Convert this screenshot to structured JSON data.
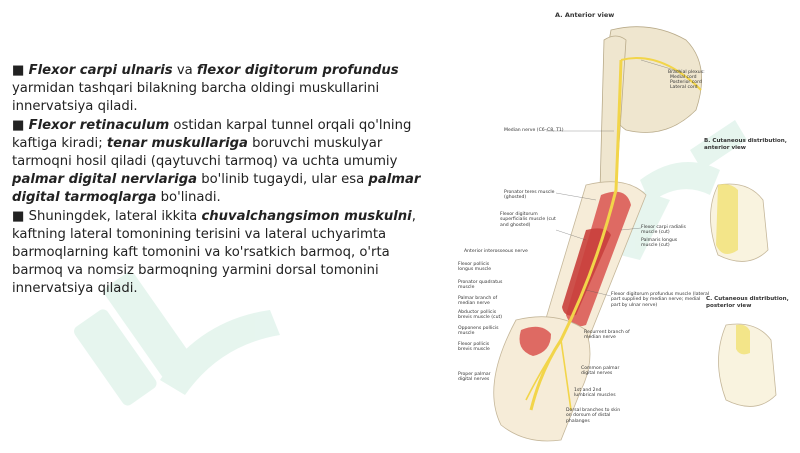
{
  "paragraphs": [
    {
      "parts": [
        {
          "text": "■ ",
          "style": "plain"
        },
        {
          "text": "Flexor carpi ulnaris",
          "style": "bi"
        },
        {
          "text": " va ",
          "style": "plain"
        },
        {
          "text": "flexor digitorum profundus",
          "style": "bi"
        },
        {
          "text": " yarmidan tashqari bilakning barcha oldingi muskullarini innervatsiya qiladi.",
          "style": "plain"
        }
      ]
    },
    {
      "parts": [
        {
          "text": "■ ",
          "style": "plain"
        },
        {
          "text": "Flexor retinaculum",
          "style": "bi"
        },
        {
          "text": " ostidan karpal tunnel orqali qo'lning kaftiga kiradi; ",
          "style": "plain"
        },
        {
          "text": "tenar muskullariga",
          "style": "bi"
        },
        {
          "text": " boruvchi muskulyar tarmoqni hosil qiladi (qaytuvchi tarmoq) va uchta umumiy ",
          "style": "plain"
        },
        {
          "text": "palmar digital nervlariga",
          "style": "bi"
        },
        {
          "text": " bo'linib tugaydi, ular esa ",
          "style": "plain"
        },
        {
          "text": "palmar digital tarmoqlarga",
          "style": "bi"
        },
        {
          "text": " bo'linadi.",
          "style": "plain"
        }
      ]
    },
    {
      "parts": [
        {
          "text": "■ Shuningdek, lateral ikkita ",
          "style": "plain"
        },
        {
          "text": "chuvalchangsimon muskulni",
          "style": "bi"
        },
        {
          "text": ", kaftning lateral tomonining terisini va lateral uchyarimta barmoqlarning kaft tomonini va ko'rsatkich barmoq, o'rta barmoq va nomsiz barmoqning yarmini dorsal tomonini innervatsiya qiladi.",
          "style": "plain"
        }
      ]
    }
  ],
  "figure": {
    "title": "A. Anterior view",
    "right_labels": [
      "Brachial plexus:",
      "Medial cord",
      "Posterior cord",
      "Lateral cord"
    ],
    "median_nerve_label": "Median nerve (C6–C8, T1)",
    "left_labels": [
      "Pronator teres muscle (ghosted)",
      "Flexor digitorum superficialis muscle (cut and ghosted)",
      "Anterior interosseous nerve",
      "Flexor pollicis longus muscle",
      "Pronator quadratus muscle",
      "Palmar branch of median nerve",
      "Abductor pollicis brevis muscle (cut)",
      "Opponens pollicis muscle",
      "Flexor pollicis brevis muscle",
      "Proper palmar digital nerves"
    ],
    "mid_labels": [
      "Flexor carpi radialis muscle (cut)",
      "Palmaris longus muscle (cut)",
      "Flexor digitorum profundus muscle (lateral part supplied by median nerve; medial part by ulnar nerve)",
      "Recurrent branch of median nerve",
      "Common palmar digital nerves",
      "1st and 2nd lumbrical muscles",
      "Dorsal branches to skin on dorsum of distal phalanges"
    ],
    "cutaneous_anterior": "B. Cutaneous distribution, anterior view",
    "cutaneous_posterior": "C. Cutaneous distribution, posterior view"
  },
  "colors": {
    "watermark": "#8fd3b4",
    "nerve": "#f2d54a",
    "muscle": "#d9534f",
    "bone": "#efe6cf"
  }
}
